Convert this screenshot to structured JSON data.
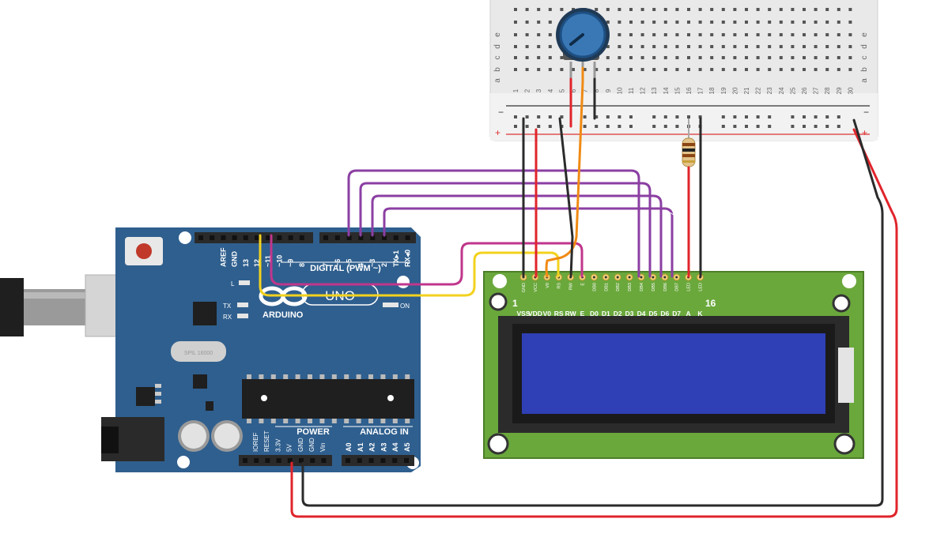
{
  "breadboard": {
    "row_letters_top": [
      "e",
      "d",
      "c",
      "b",
      "a"
    ],
    "column_numbers": [
      "1",
      "2",
      "3",
      "4",
      "5",
      "6",
      "7",
      "8",
      "9",
      "10",
      "11",
      "12",
      "13",
      "14",
      "15",
      "16",
      "17",
      "18",
      "19",
      "20",
      "21",
      "22",
      "23",
      "24",
      "25",
      "26",
      "27",
      "28",
      "29",
      "30"
    ],
    "rail_minus": "−",
    "rail_plus": "+"
  },
  "arduino": {
    "brand": "ARDUINO",
    "model": "UNO",
    "digital_header_label": "DIGITAL (PWM ~)",
    "digital_pins": [
      "AREF",
      "GND",
      "13",
      "12",
      "~11",
      "~10",
      "~9",
      "8",
      "7",
      "~6",
      "~5",
      "4",
      "~3",
      "2",
      "TX▸1",
      "RX◂0"
    ],
    "power_label": "POWER",
    "analog_label": "ANALOG IN",
    "power_pins": [
      "IOREF",
      "RESET",
      "3.3V",
      "5V",
      "GND",
      "GND",
      "Vin"
    ],
    "analog_pins": [
      "A0",
      "A1",
      "A2",
      "A3",
      "A4",
      "A5"
    ],
    "led_l": "L",
    "led_tx": "TX",
    "led_rx": "RX",
    "led_on": "ON",
    "crystal": "SPIL 16000"
  },
  "lcd": {
    "pin_labels_small": [
      "GND",
      "VCC",
      "V0",
      "RS",
      "RW",
      "E",
      "DB0",
      "DB1",
      "DB2",
      "DB3",
      "DB4",
      "DB5",
      "DB6",
      "DB7",
      "LED",
      "LED"
    ],
    "pin_labels_big": [
      "VSS",
      "VDD",
      "V0",
      "RS",
      "RW",
      "E",
      "D0",
      "D1",
      "D2",
      "D3",
      "D4",
      "D5",
      "D6",
      "D7",
      "A",
      "K"
    ],
    "pin_first": "1",
    "pin_last": "16"
  },
  "colors": {
    "board_blue": "#2f5f8e",
    "wire_purple": "#8b3fa3",
    "wire_magenta": "#c0368c",
    "wire_yellow": "#f2d21e",
    "wire_orange": "#f08a14",
    "wire_red": "#e0242b",
    "wire_black": "#2b2b2b",
    "lcd_screen": "#2f3fb5",
    "lcd_pcb": "#6aa83c"
  }
}
